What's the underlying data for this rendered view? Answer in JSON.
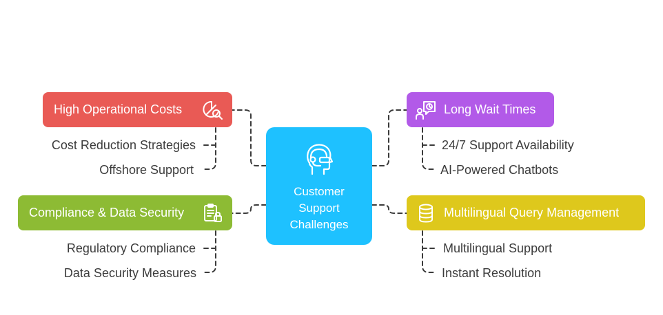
{
  "center": {
    "title": "Customer\nSupport\nChallenges",
    "icon": "headset-agent-icon",
    "color": "#1ec1ff"
  },
  "branches": {
    "top_left": {
      "label": "High Operational Costs",
      "icon": "pie-chart-magnifier-icon",
      "color": "#e95a55",
      "items": [
        "Cost Reduction Strategies",
        "Offshore Support"
      ]
    },
    "bottom_left": {
      "label": "Compliance & Data Security",
      "icon": "clipboard-lock-icon",
      "color": "#8dbb34",
      "items": [
        "Regulatory Compliance",
        "Data Security Measures"
      ]
    },
    "top_right": {
      "label": "Long Wait Times",
      "icon": "person-chat-clock-icon",
      "color": "#b25ae8",
      "items": [
        "24/7 Support Availability",
        "AI-Powered Chatbots"
      ]
    },
    "bottom_right": {
      "label": "Multilingual Query Management",
      "icon": "database-icon",
      "color": "#dec81c",
      "items": [
        "Multilingual Support",
        "Instant Resolution"
      ]
    }
  }
}
